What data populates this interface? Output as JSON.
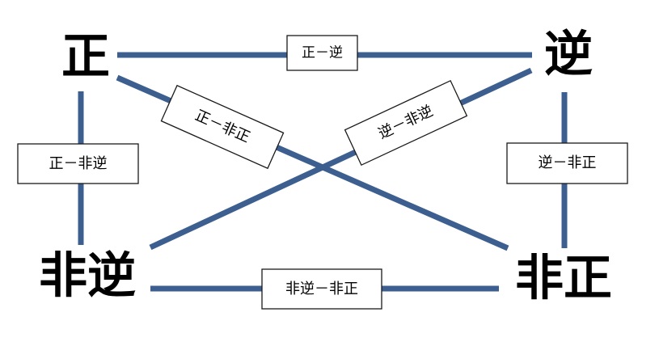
{
  "line_color": "#3d5f8f",
  "box_border_color": "#1a1a1a",
  "corners": {
    "top_left": "正",
    "top_right": "逆",
    "bottom_left": "非逆",
    "bottom_right": "非正"
  },
  "edges": {
    "top": "正－逆",
    "left": "正－非逆",
    "right": "逆－非正",
    "bottom": "非逆－非正",
    "diag_down": "正－非正",
    "diag_up": "逆－非逆"
  }
}
